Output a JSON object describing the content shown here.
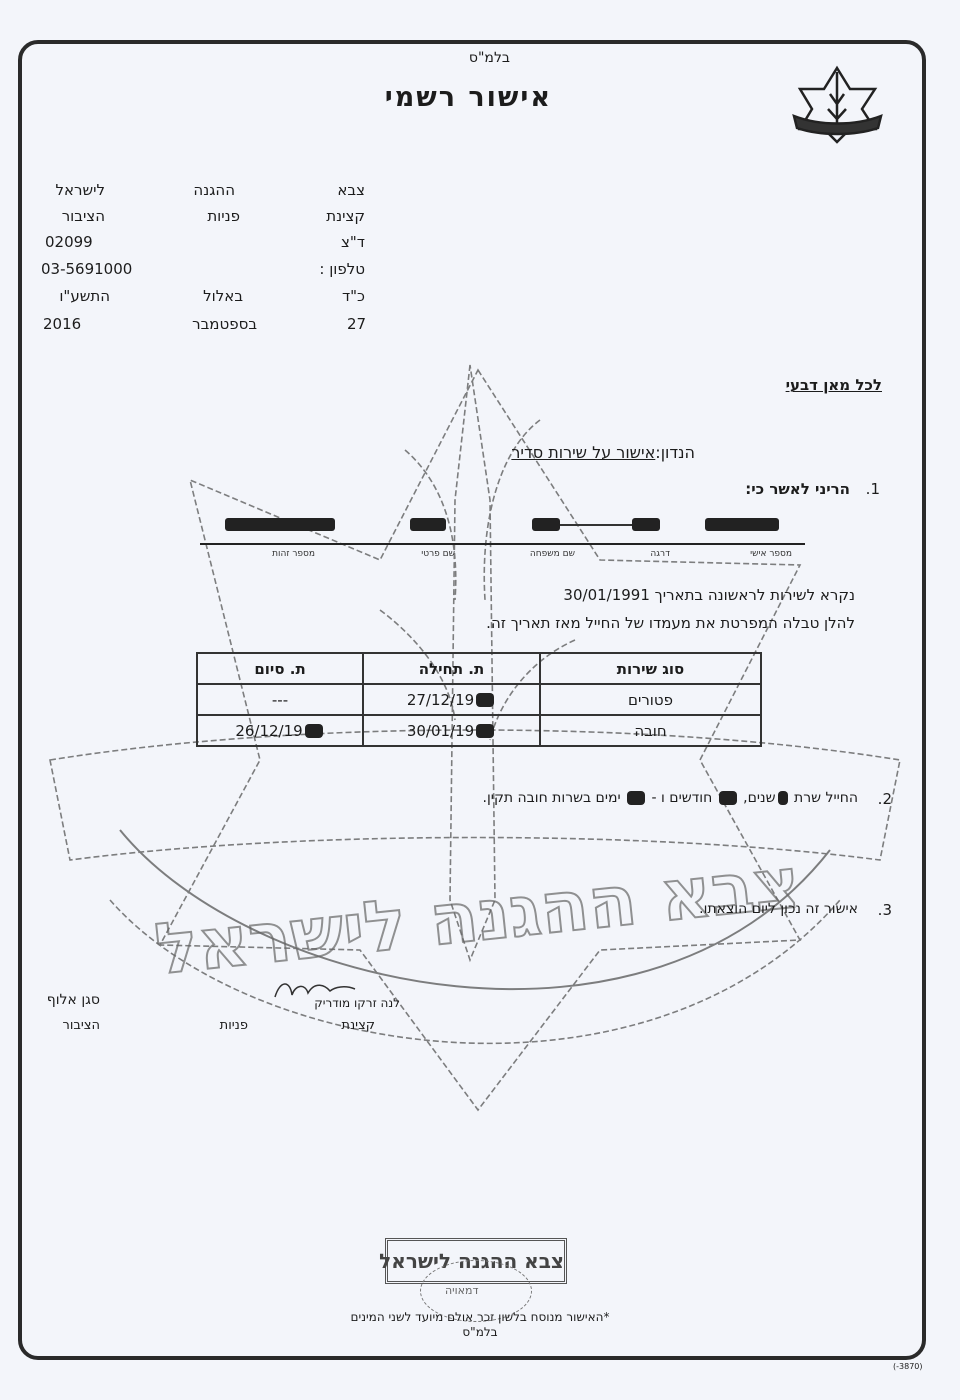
{
  "header": {
    "classification": "בלמ\"ס",
    "title": "אישור רשמי",
    "emblem": "idf-emblem"
  },
  "sender": {
    "rows": [
      [
        "צבא",
        "ההגנה",
        "לישראל"
      ],
      [
        "קצינת",
        "פניות",
        "הציבור"
      ],
      [
        "ד\"צ",
        "",
        "02099"
      ],
      [
        "טלפון :",
        "",
        "03-5691000"
      ],
      [
        "כ\"ד",
        "באלול",
        "התשע\"ו"
      ],
      [
        "27",
        "בספטמבר",
        "2016"
      ]
    ]
  },
  "addressee": "לכל מאן דבעי",
  "subject": {
    "label": "הנדון:",
    "text": "אישור על שירות סדיר"
  },
  "item1": {
    "number": "1.",
    "text": "הריני לאשר כי:",
    "field_labels": [
      "מספר אישי",
      "דרגה",
      "שם משפחה",
      "שם פרטי",
      "מספר זהות"
    ],
    "called_up": "נקרא לשירות לראשונה בתאריך 30/01/1991",
    "table_intro": "להלן טבלה המפרטת את מעמדו של החייל מאז תאריך זה."
  },
  "service_table": {
    "headers": [
      "סוג שירות",
      "ת. תחילה",
      "ת. סיום"
    ],
    "rows": [
      [
        "פטורים",
        "27/12/19",
        "---"
      ],
      [
        "חובה",
        "30/01/19",
        "26/12/19"
      ]
    ]
  },
  "item2": {
    "number": "2.",
    "part1": "החייל שרת",
    "part2": "שנים,",
    "part3": "חודשים ו -",
    "part4": "ימים בשרות חובה תקין."
  },
  "item3": {
    "number": "3.",
    "text": "אישור זה נכון ליום הוצאתו."
  },
  "signature": {
    "name": "לנה זרקו מודריק",
    "rank": "סגן אלוף",
    "role": [
      "קצינת",
      "פניות",
      "הציבור"
    ]
  },
  "watermark_text": "צבא ההגנה לישראל",
  "stamp": {
    "text": "צבא ההגנה לישראל",
    "sub": "דמאויה"
  },
  "footer": {
    "note": "*האישור מנוסח בלשון זכר אולם מיועד לשני המינים",
    "classification": "בלמ\"ס",
    "form_code": "(-3870)"
  }
}
